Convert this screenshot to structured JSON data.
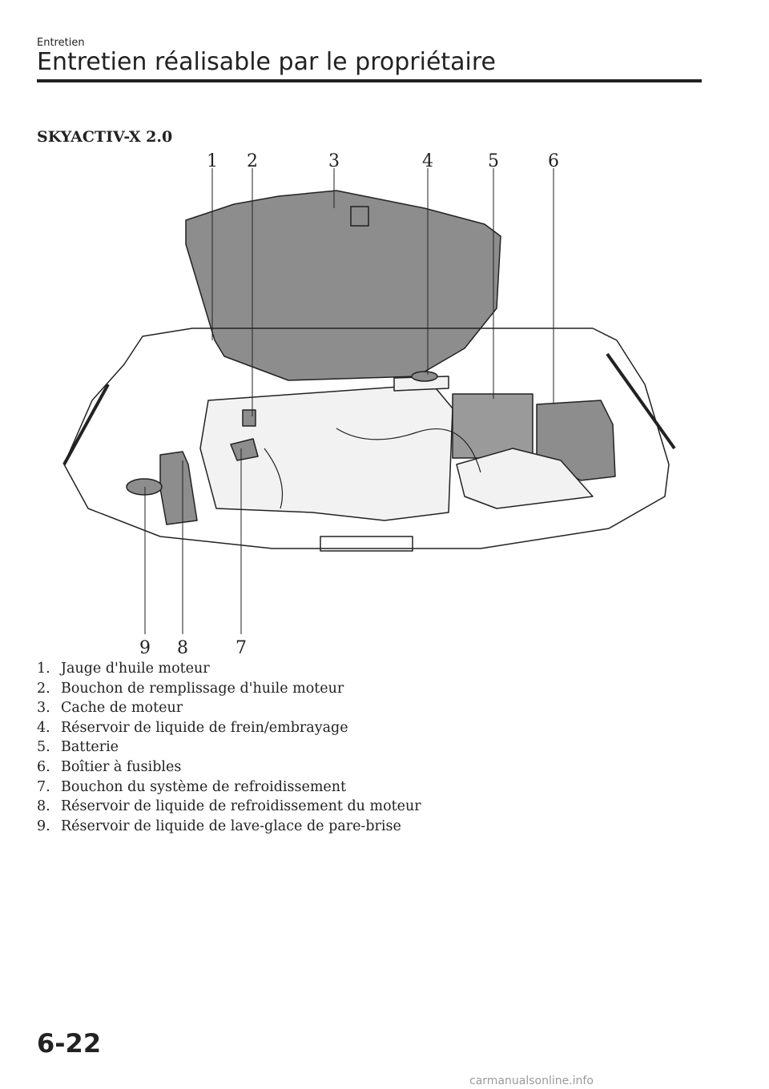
{
  "header": {
    "section": "Entretien",
    "title": "Entretien réalisable par le propriétaire"
  },
  "model_heading": "SKYACTIV-X 2.0",
  "diagram": {
    "callouts": [
      "1",
      "2",
      "3",
      "4",
      "5",
      "6",
      "7",
      "8",
      "9"
    ]
  },
  "legend": [
    {
      "num": "1.",
      "text": "Jauge d'huile moteur"
    },
    {
      "num": "2.",
      "text": "Bouchon de remplissage d'huile moteur"
    },
    {
      "num": "3.",
      "text": "Cache de moteur"
    },
    {
      "num": "4.",
      "text": "Réservoir de liquide de frein/embrayage"
    },
    {
      "num": "5.",
      "text": "Batterie"
    },
    {
      "num": "6.",
      "text": "Boîtier à fusibles"
    },
    {
      "num": "7.",
      "text": "Bouchon du système de refroidissement"
    },
    {
      "num": "8.",
      "text": "Réservoir de liquide de refroidissement du moteur"
    },
    {
      "num": "9.",
      "text": "Réservoir de liquide de lave-glace de pare-brise"
    }
  ],
  "page_number": "6-22",
  "watermark": "carmanualsonline.info"
}
